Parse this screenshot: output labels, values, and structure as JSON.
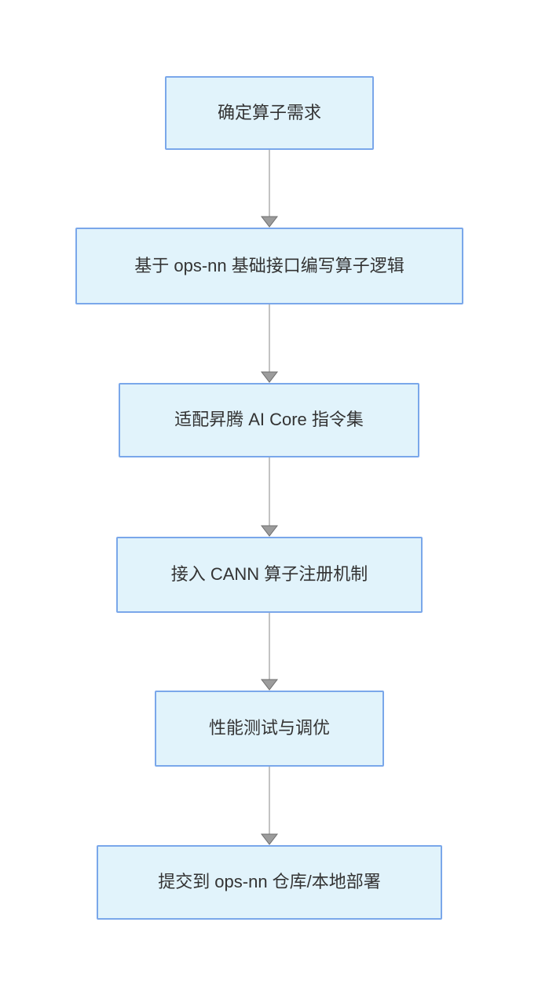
{
  "diagram": {
    "type": "flowchart",
    "direction": "top-down",
    "nodes": [
      {
        "id": "n1",
        "label": "确定算子需求"
      },
      {
        "id": "n2",
        "label": "基于 ops-nn 基础接口编写算子逻辑"
      },
      {
        "id": "n3",
        "label": "适配昇腾 AI Core 指令集"
      },
      {
        "id": "n4",
        "label": "接入 CANN 算子注册机制"
      },
      {
        "id": "n5",
        "label": "性能测试与调优"
      },
      {
        "id": "n6",
        "label": "提交到 ops-nn 仓库/本地部署"
      }
    ],
    "edges": [
      {
        "from": "n1",
        "to": "n2"
      },
      {
        "from": "n2",
        "to": "n3"
      },
      {
        "from": "n3",
        "to": "n4"
      },
      {
        "from": "n4",
        "to": "n5"
      },
      {
        "from": "n5",
        "to": "n6"
      }
    ],
    "colors": {
      "background": "#ffffff",
      "node_fill": "#e1f3fb",
      "node_border": "#7aa7ea",
      "arrow_line": "#c3c3c3",
      "arrow_head": "#9c9c9c",
      "text": "#333333"
    }
  }
}
